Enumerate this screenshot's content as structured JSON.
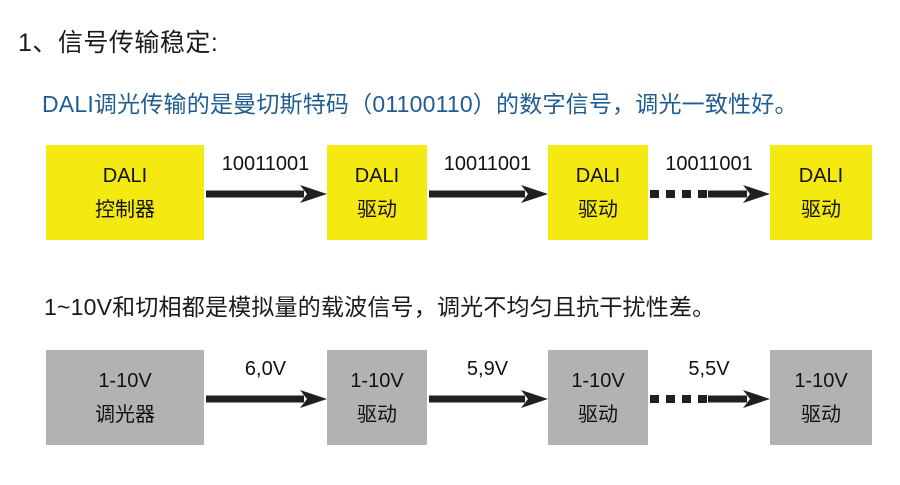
{
  "slide": {
    "background_color": "#ffffff",
    "heading": "1、信号传输稳定:",
    "section_dali": {
      "caption": "DALI调光传输的是曼切斯特码（01100110）的数字信号，调光一致性好。",
      "caption_color": "#1f5c92",
      "node_color": "#f4ea12",
      "nodes": [
        {
          "line1": "DALI",
          "line2": "控制器"
        },
        {
          "line1": "DALI",
          "line2": "驱动"
        },
        {
          "line1": "DALI",
          "line2": "驱动"
        },
        {
          "line1": "DALI",
          "line2": "驱动"
        }
      ],
      "connectors": [
        {
          "label": "10011001",
          "style": "solid"
        },
        {
          "label": "10011001",
          "style": "solid"
        },
        {
          "label": "10011001",
          "style": "dashed"
        }
      ]
    },
    "section_analog": {
      "caption": "1~10V和切相都是模拟量的载波信号，调光不均匀且抗干扰性差。",
      "caption_color": "#1a1a1a",
      "node_color": "#b2b2b2",
      "nodes": [
        {
          "line1": "1-10V",
          "line2": "调光器"
        },
        {
          "line1": "1-10V",
          "line2": "驱动"
        },
        {
          "line1": "1-10V",
          "line2": "驱动"
        },
        {
          "line1": "1-10V",
          "line2": "驱动"
        }
      ],
      "connectors": [
        {
          "label": "6,0V",
          "style": "solid"
        },
        {
          "label": "5,9V",
          "style": "solid"
        },
        {
          "label": "5,5V",
          "style": "dashed"
        }
      ]
    }
  }
}
